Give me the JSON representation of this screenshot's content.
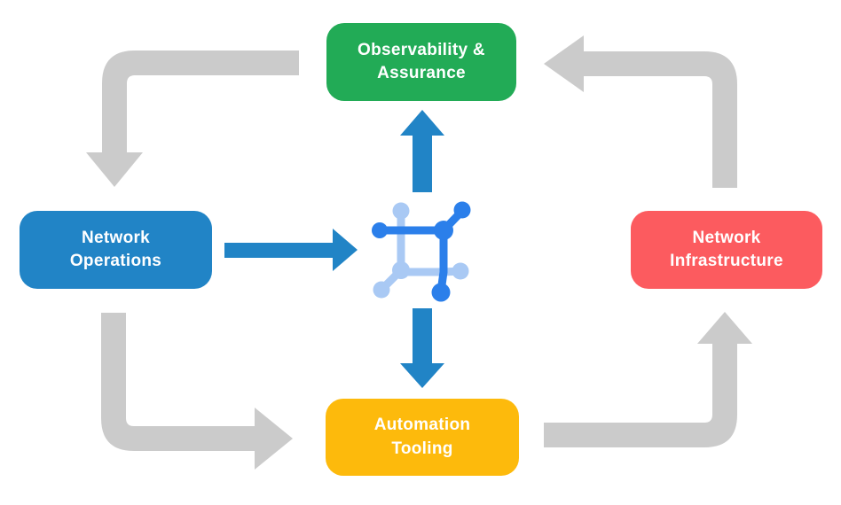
{
  "colors": {
    "background": "#ffffff",
    "observability_green": "#22ab56",
    "operations_blue": "#2184c6",
    "infrastructure_red": "#fc5b5f",
    "automation_yellow": "#fdba0c",
    "arrow_gray": "#cbcbcb",
    "arrow_blue": "#2184c6",
    "icon_blue_dark": "#2b7fea",
    "icon_blue_light": "#a9c9f4",
    "label_text": "#ffffff"
  },
  "nodes": {
    "observability": {
      "line1": "Observability &",
      "line2": "Assurance"
    },
    "operations": {
      "line1": "Network",
      "line2": "Operations"
    },
    "infrastructure": {
      "line1": "Network",
      "line2": "Infrastructure"
    },
    "automation": {
      "line1": "Automation",
      "line2": "Tooling"
    }
  },
  "center_icon": "network-mesh-icon"
}
